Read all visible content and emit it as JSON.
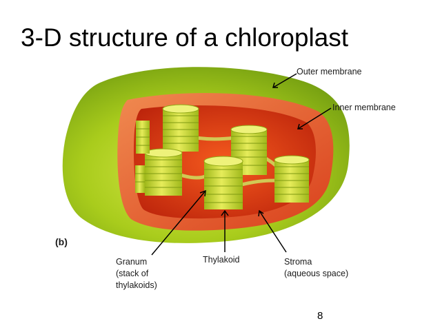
{
  "title": "3-D structure of a chloroplast",
  "panel_label": "(b)",
  "labels": {
    "outer_membrane": "Outer membrane",
    "inner_membrane": "Inner membrane",
    "granum": [
      "Granum",
      "(stack of",
      "thylakoids)"
    ],
    "thylakoid": "Thylakoid",
    "stroma": [
      "Stroma",
      "(aqueous space)"
    ]
  },
  "page_number": "8",
  "colors": {
    "outer_membrane": "#a9cc1c",
    "inner_membrane": "#e8542c",
    "stroma": "#e63a14",
    "thylakoid": "#d2de38"
  }
}
